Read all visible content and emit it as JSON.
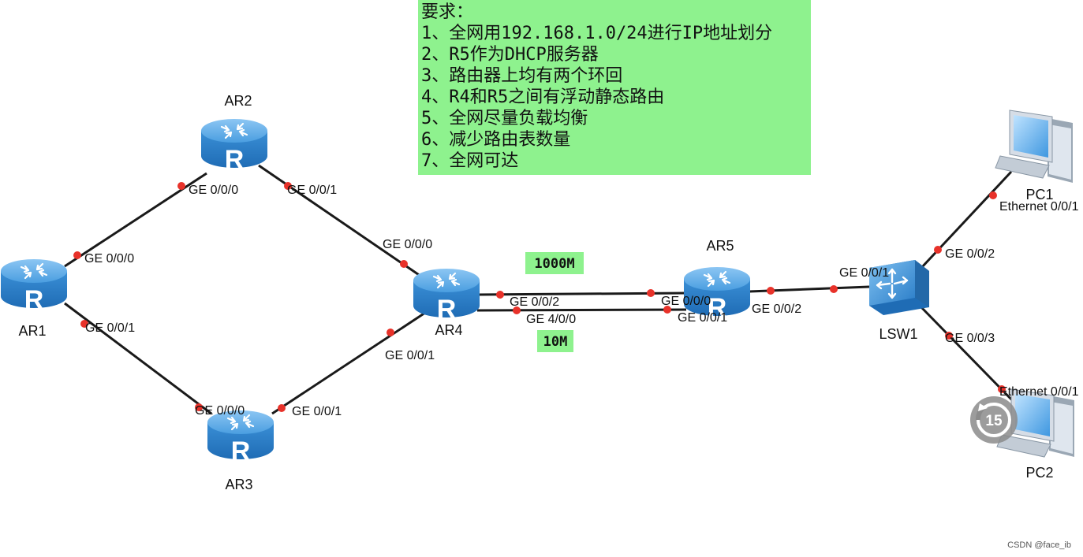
{
  "requirements": {
    "title": "要求：",
    "items": [
      "1、全网用192.168.1.0/24进行IP地址划分",
      "2、R5作为DHCP服务器",
      "3、路由器上均有两个环回",
      "4、R4和R5之间有浮动静态路由",
      "5、全网尽量负载均衡",
      "6、减少路由表数量",
      "7、全网可达"
    ]
  },
  "devices": {
    "ar1": {
      "name": "AR1",
      "icon": "router-icon",
      "glyph": "R"
    },
    "ar2": {
      "name": "AR2",
      "icon": "router-icon",
      "glyph": "R"
    },
    "ar3": {
      "name": "AR3",
      "icon": "router-icon",
      "glyph": "R"
    },
    "ar4": {
      "name": "AR4",
      "icon": "router-icon",
      "glyph": "R"
    },
    "ar5": {
      "name": "AR5",
      "icon": "router-icon",
      "glyph": "R"
    },
    "lsw1": {
      "name": "LSW1",
      "icon": "switch-icon"
    },
    "pc1": {
      "name": "PC1",
      "icon": "pc-icon"
    },
    "pc2": {
      "name": "PC2",
      "icon": "pc-icon"
    }
  },
  "interfaces": {
    "ar1_ge000": "GE 0/0/0",
    "ar1_ge001": "GE 0/0/1",
    "ar2_ge000": "GE 0/0/0",
    "ar2_ge001": "GE 0/0/1",
    "ar3_ge000": "GE 0/0/0",
    "ar3_ge001": "GE 0/0/1",
    "ar4_ge000": "GE 0/0/0",
    "ar4_ge001": "GE 0/0/1",
    "ar4_ge002": "GE 0/0/2",
    "ar4_ge400": "GE 4/0/0",
    "ar5_ge000": "GE 0/0/0",
    "ar5_ge001": "GE 0/0/1",
    "ar5_ge002": "GE 0/0/2",
    "lsw1_ge001": "GE 0/0/1",
    "lsw1_ge002": "GE 0/0/2",
    "lsw1_ge003": "GE 0/0/3",
    "pc1_eth": "Ethernet 0/0/1",
    "pc2_eth": "Ethernet 0/0/1"
  },
  "bandwidth": {
    "top": "1000M",
    "bottom": "10M"
  },
  "timer_badge": "15",
  "watermark": "CSDN @face_ib",
  "colors": {
    "router_blue": "#2f86d0",
    "router_light": "#6fb4ec",
    "port_dot": "#e8322a",
    "link": "#1a1a1a",
    "req_bg": "#8ef28e",
    "bw_bg": "#8ef28e"
  }
}
